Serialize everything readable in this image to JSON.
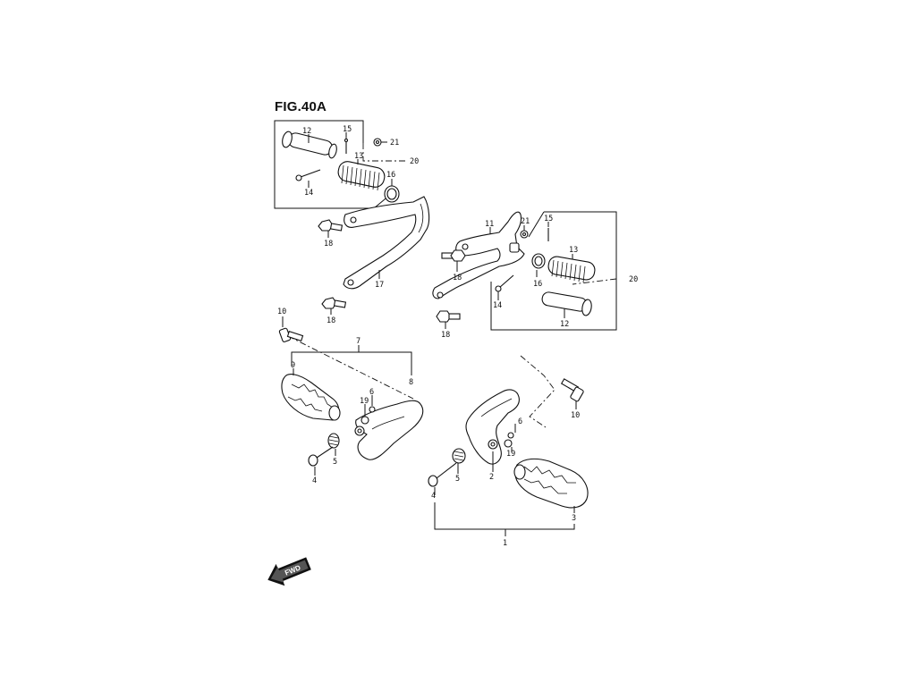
{
  "figure": {
    "title": "FIG.40A"
  },
  "callouts": {
    "n1": "1",
    "n2": "2",
    "n3": "3",
    "n4a": "4",
    "n4b": "4",
    "n5a": "5",
    "n5b": "5",
    "n6a": "6",
    "n6b": "6",
    "n7": "7",
    "n8": "8",
    "n9": "9",
    "n10a": "10",
    "n10b": "10",
    "n11": "11",
    "n12a": "12",
    "n12b": "12",
    "n13a": "13",
    "n13b": "13",
    "n14a": "14",
    "n14b": "14",
    "n15a": "15",
    "n15b": "15",
    "n16a": "16",
    "n16b": "16",
    "n17": "17",
    "n18a": "18",
    "n18b": "18",
    "n18c": "18",
    "n18d": "18",
    "n19a": "19",
    "n19b": "19",
    "n20a": "20",
    "n20b": "20",
    "n21a": "21",
    "n21b": "21"
  },
  "fwd_indicator": {
    "label": "FWD",
    "icon": "forward-arrow-icon"
  },
  "colors": {
    "line": "#111111",
    "background": "#ffffff"
  }
}
